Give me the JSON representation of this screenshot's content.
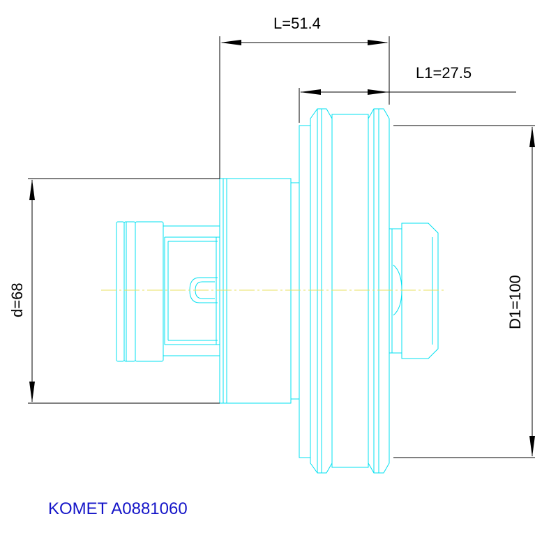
{
  "dimensions": {
    "length": "L=51.4",
    "length_l1": "L1=27.5",
    "diameter_d": "d=68",
    "diameter_d1": "D1=100"
  },
  "caption": "KOMET A0881060",
  "colors": {
    "part_outline": "#00e0f0",
    "dimension_lines": "#000000",
    "centerline": "#e8e060",
    "caption": "#1515c8"
  }
}
